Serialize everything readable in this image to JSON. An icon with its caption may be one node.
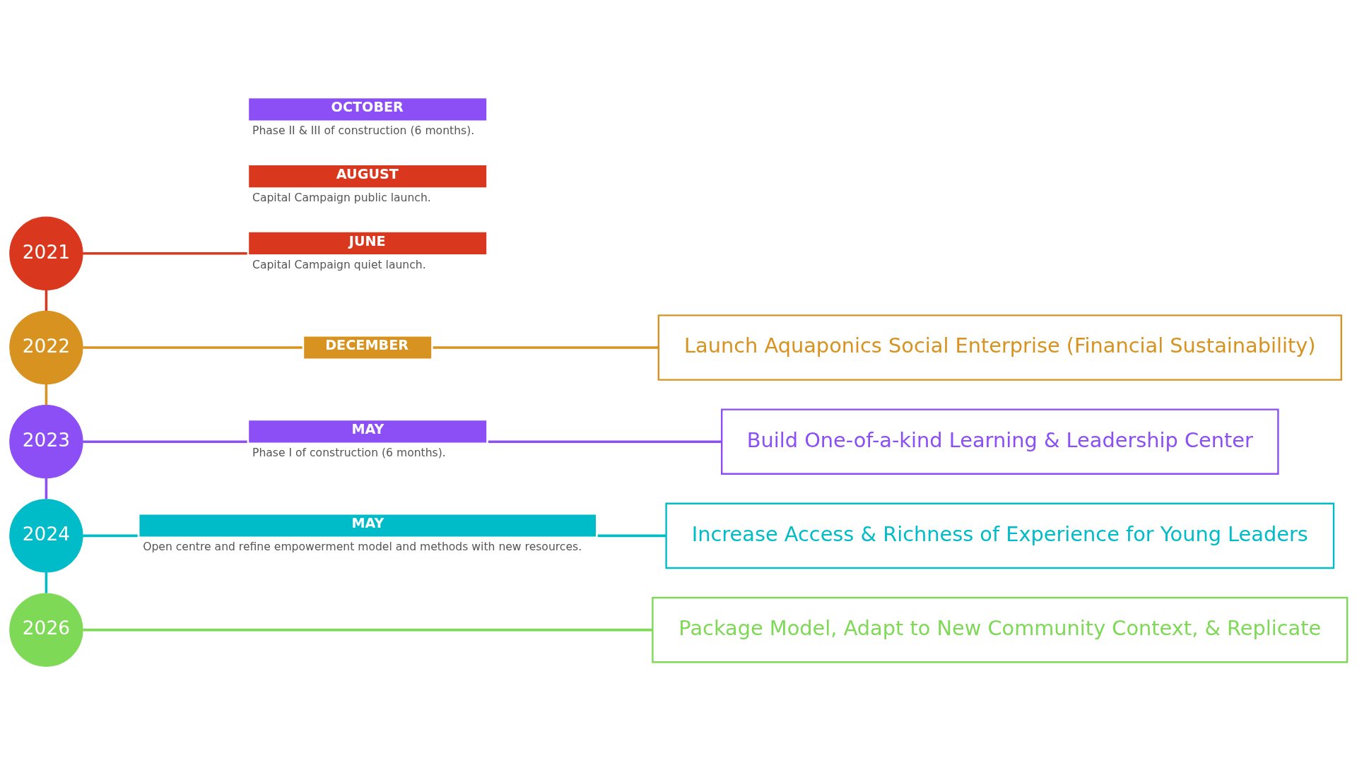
{
  "diagram": {
    "nodes": [
      {
        "text": [
          "2021"
        ]
      },
      {
        "text": [
          "2022"
        ]
      },
      {
        "text": [
          "2023"
        ]
      },
      {
        "text": [
          "2024"
        ]
      },
      {
        "text": [
          "2026"
        ]
      },
      {
        "text": [
          "JUNE"
        ],
        "beside": [
          "Capital Campaign quiet launch."
        ]
      },
      {
        "text": [
          "AUGUST"
        ],
        "beside": [
          "Capital Campaign public launch."
        ]
      },
      {
        "text": [
          "DECEMBER"
        ]
      },
      {
        "text": [
          "MAY"
        ],
        "beside": [
          "Phase I of construction (6 months)."
        ]
      },
      {
        "text": [
          "OCTOBER"
        ],
        "beside": [
          "Phase II & III of construction (6 months)."
        ]
      },
      {
        "text": [
          "MAY"
        ],
        "beside": [
          "Open centre and refine empowerment model and methods with new resources."
        ]
      },
      {
        "text": [
          "Launch Aquaponics Social Enterprise (Financial Sustainability)"
        ]
      },
      {
        "text": [
          "Build One-of-a-kind Learning & Leadership Center"
        ]
      },
      {
        "text": [
          "Increase Access & Richness of Experience for Young Leaders"
        ]
      },
      {
        "text": [
          "Package Model, Adapt to New Community Context, & Replicate"
        ]
      }
    ],
    "edges": [
      {
        "from": 0,
        "to": 1,
        "arrow": "none",
        "color": "#d9381e"
      },
      {
        "from": 1,
        "to": 2,
        "arrow": "none",
        "color": "#d8921f"
      },
      {
        "from": 2,
        "to": 3,
        "arrow": "none",
        "color": "#8c4ef5"
      },
      {
        "from": 3,
        "to": 4,
        "arrow": "none",
        "color": "#00bcc8"
      },
      {
        "from": 0,
        "to": 5,
        "arrow": "none",
        "color": "#d9381e"
      },
      {
        "from": 1,
        "to": 7,
        "arrow": "none",
        "color": "#d8921f"
      },
      {
        "from": 2,
        "to": 8,
        "arrow": "none",
        "color": "#8c4ef5"
      },
      {
        "from": 3,
        "to": 10,
        "arrow": "none",
        "color": "#00bcc8"
      },
      {
        "from": 7,
        "to": 11,
        "arrow": "none",
        "color": "#d8921f"
      },
      {
        "from": 8,
        "to": 12,
        "arrow": "none",
        "color": "#8c4ef5"
      },
      {
        "from": 10,
        "to": 13,
        "arrow": "none",
        "color": "#00bcc8"
      },
      {
        "from": 4,
        "to": 14,
        "arrow": "none",
        "color": "#7ed957"
      }
    ]
  }
}
